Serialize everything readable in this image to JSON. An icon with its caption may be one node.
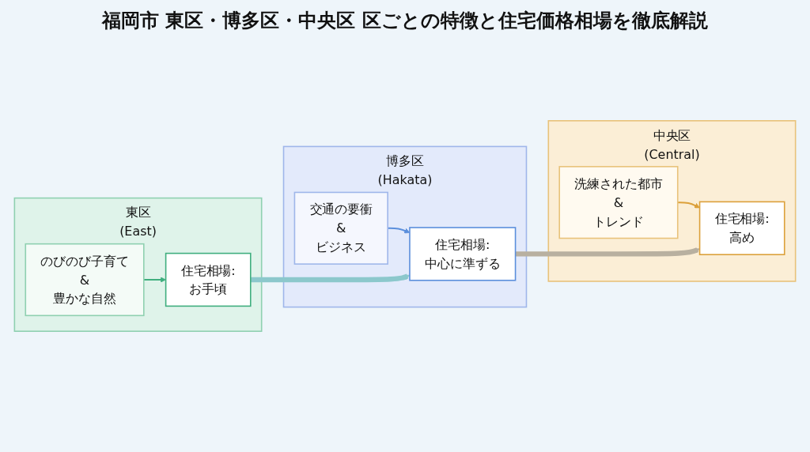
{
  "diagram": {
    "title": "福岡市 東区・博多区・中央区 区ごとの特徴と住宅価格相場を徹底解説",
    "nodes": [
      {
        "text": [
          "東区",
          "(East)"
        ]
      },
      {
        "text": [
          "のびのび子育て & 豊かな自然"
        ],
        "in": 0
      },
      {
        "text": [
          "住宅相場: お手頃"
        ],
        "in": 0
      },
      {
        "text": [
          "博多区",
          "(Hakata)"
        ]
      },
      {
        "text": [
          "交通の要衝 & ビジネス"
        ],
        "in": 3
      },
      {
        "text": [
          "住宅相場: 中心に準ずる"
        ],
        "in": 3
      },
      {
        "text": [
          "中央区",
          "(Central)"
        ]
      },
      {
        "text": [
          "洗練された都市 & トレンド"
        ],
        "in": 6
      },
      {
        "text": [
          "住宅相場: 高め"
        ],
        "in": 6
      }
    ],
    "edges": [
      {
        "from": 1,
        "to": 2,
        "arrow": "to",
        "color": "#3fae7e"
      },
      {
        "from": 4,
        "to": 5,
        "arrow": "to",
        "color": "#5b8fdc"
      },
      {
        "from": 7,
        "to": 8,
        "arrow": "to",
        "color": "#dca03a"
      },
      {
        "from": 2,
        "to": 5,
        "arrow": "to",
        "style": "thick",
        "color": "#8cc8cc"
      },
      {
        "from": 5,
        "to": 8,
        "arrow": "to",
        "style": "thick",
        "color": "#b8b0a0"
      }
    ]
  }
}
